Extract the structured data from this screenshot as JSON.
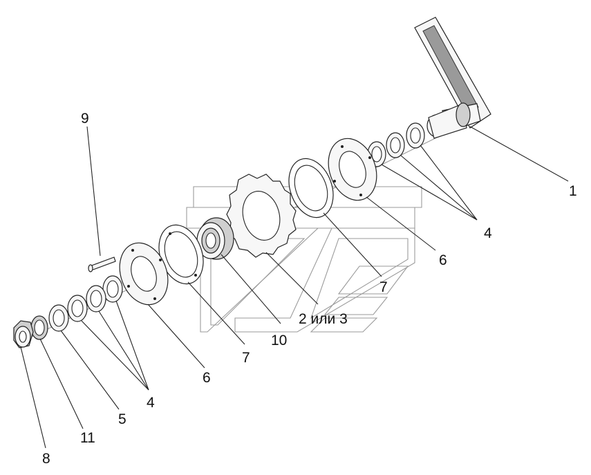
{
  "callouts": [
    {
      "id": "c1",
      "text": "1"
    },
    {
      "id": "c4a",
      "text": "4"
    },
    {
      "id": "c6a",
      "text": "6"
    },
    {
      "id": "c7a",
      "text": "7"
    },
    {
      "id": "c23",
      "text": "2 или 3"
    },
    {
      "id": "c10",
      "text": "10"
    },
    {
      "id": "c7b",
      "text": "7"
    },
    {
      "id": "c6b",
      "text": "6"
    },
    {
      "id": "c9",
      "text": "9"
    },
    {
      "id": "c4b",
      "text": "4"
    },
    {
      "id": "c5",
      "text": "5"
    },
    {
      "id": "c11",
      "text": "11"
    },
    {
      "id": "c8",
      "text": "8"
    }
  ]
}
